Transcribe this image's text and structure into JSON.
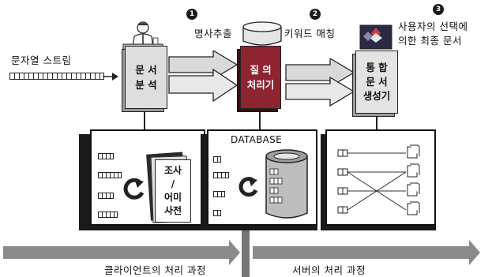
{
  "input_label": "문자열 스트림",
  "steps": [
    {
      "number": "1",
      "label": "명사추출"
    },
    {
      "number": "2",
      "label": "키워드 매칭"
    },
    {
      "number": "3",
      "label_line1": "사용자의 선택에",
      "label_line2": "의한 최종 문서"
    }
  ],
  "modules": {
    "doc_analysis": {
      "line1": "문   서",
      "line2": "분   석"
    },
    "query_processor": {
      "line1": "질   의",
      "line2": "처리기"
    },
    "integrated_doc_generator": {
      "line1": "통   합",
      "line2": "문   서",
      "line3": "생성기"
    }
  },
  "database_label": "DATABASE",
  "dictionary": {
    "line1": "조사",
    "line2": "/",
    "line3": "어미",
    "line4": "사전"
  },
  "bottom": {
    "client_label": "클라이언트의 처리 과정",
    "server_label": "서버의 처리 과정"
  },
  "colors": {
    "query_processor_fill": "#8e2430",
    "doc_module_fill": "#d9d9d9",
    "arrow_fill": "#dcdcdc",
    "panel_shadow": "#1a1a1a"
  }
}
